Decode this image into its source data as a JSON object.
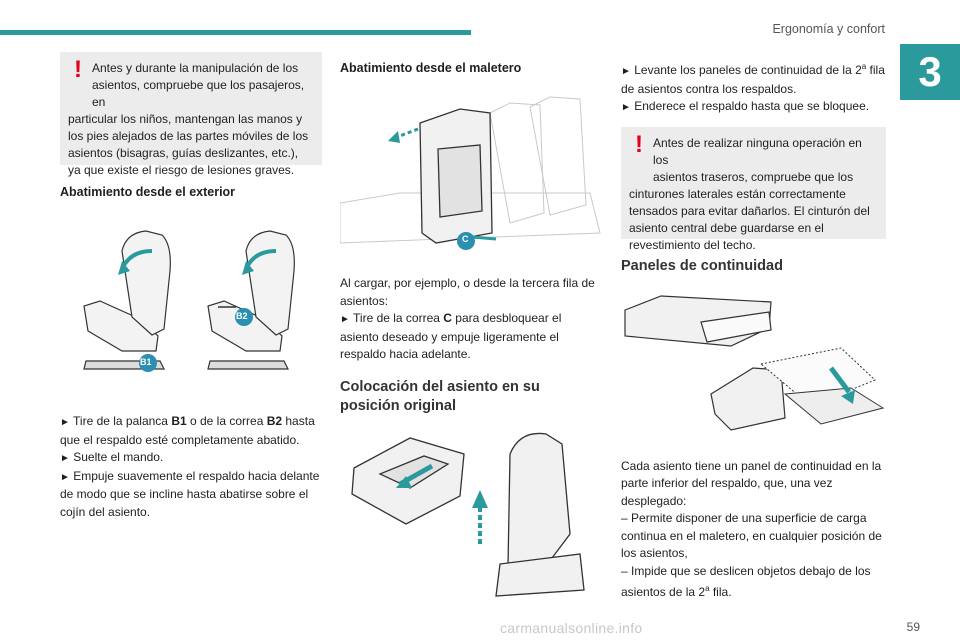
{
  "header": {
    "section_title": "Ergonomía y confort",
    "chapter_number": "3"
  },
  "footer": {
    "page_number": "59",
    "watermark": "carmanualsonline.info"
  },
  "col1": {
    "warning_mark": "!",
    "warning_line1": "Antes y durante la manipulación de los",
    "warning_line2": "asientos, compruebe que los pasajeros, en",
    "warning_rest": "particular los niños, mantengan las manos y los pies alejados de las partes móviles de los asientos (bisagras, guías deslizantes, etc.), ya que existe el riesgo de lesiones graves.",
    "heading": "Abatimiento desde el exterior",
    "callout_b1": "B1",
    "callout_b2": "B2",
    "steps": [
      {
        "arrow": "►",
        "pre": " Tire de la palanca ",
        "bold1": "B1",
        "mid": " o de la correa ",
        "bold2": "B2",
        "post": " hasta que el respaldo esté completamente abatido."
      },
      {
        "arrow": "►",
        "text": " Suelte el mando."
      },
      {
        "arrow": "►",
        "text": " Empuje suavemente el respaldo hacia delante de modo que se incline hasta abatirse sobre el cojín del asiento."
      }
    ]
  },
  "col2": {
    "heading": "Abatimiento desde el maletero",
    "callout_c": "C",
    "intro": "Al cargar, por ejemplo, o desde la tercera fila de asientos:",
    "step_arrow": "►",
    "step_pre": " Tire de la correa ",
    "step_bold": "C",
    "step_post": " para desbloquear el asiento deseado y empuje ligeramente el respaldo hacia adelante.",
    "heading2": "Colocación del asiento en su posición original"
  },
  "col3": {
    "steps": [
      {
        "arrow": "►",
        "pre": " Levante los paneles de continuidad de la 2",
        "sup": "a",
        "post": " fila de asientos contra los respaldos."
      },
      {
        "arrow": "►",
        "text": " Enderece el respaldo hasta que se bloquee."
      }
    ],
    "warning_mark": "!",
    "warning_line1": "Antes de realizar ninguna operación en los",
    "warning_line2": "asientos traseros, compruebe que los",
    "warning_rest": "cinturones laterales están correctamente tensados para evitar dañarlos. El cinturón del asiento central debe guardarse en el revestimiento del techo.",
    "heading": "Paneles de continuidad",
    "desc": "Cada asiento tiene un panel de continuidad en la parte inferior del respaldo, que, una vez desplegado:",
    "bullets": [
      {
        "dash": "–",
        "text": " Permite disponer de una superficie de carga continua en el maletero, en cualquier posición de los asientos,"
      },
      {
        "dash": "–",
        "pre": " Impide que se deslicen objetos debajo de los asientos de la 2",
        "sup": "a",
        "post": " fila."
      }
    ]
  },
  "colors": {
    "accent": "#2a9a9c",
    "warning": "#e3001b",
    "callout": "#2a8fb0",
    "box": "#ececec"
  }
}
